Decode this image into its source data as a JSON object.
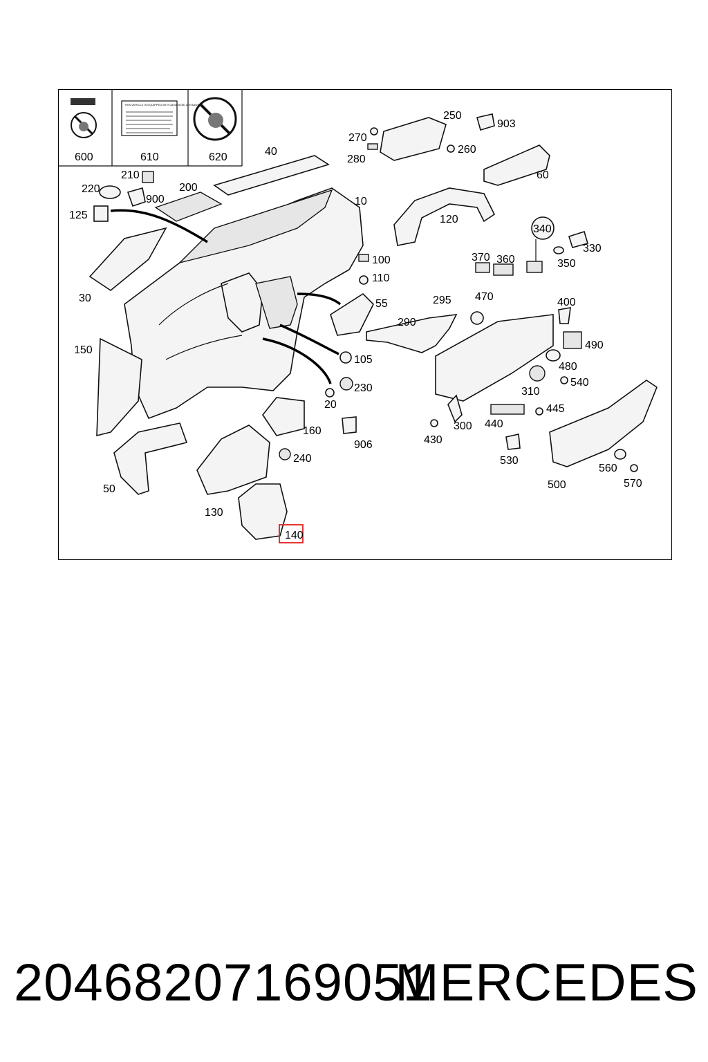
{
  "labels": {
    "l600": "600",
    "l610": "610",
    "l620": "620",
    "l250": "250",
    "l903": "903",
    "l270": "270",
    "l260": "260",
    "l280": "280",
    "l40": "40",
    "l60": "60",
    "l210": "210",
    "l220": "220",
    "l900": "900",
    "l200": "200",
    "l10": "10",
    "l125": "125",
    "l120": "120",
    "l340": "340",
    "l330": "330",
    "l370": "370",
    "l360": "360",
    "l350": "350",
    "l100": "100",
    "l110": "110",
    "l30": "30",
    "l55": "55",
    "l295": "295",
    "l470": "470",
    "l400": "400",
    "l290": "290",
    "l490": "490",
    "l150": "150",
    "l105": "105",
    "l480": "480",
    "l230": "230",
    "l540": "540",
    "l20": "20",
    "l310": "310",
    "l445": "445",
    "l160": "160",
    "l440": "440",
    "l300": "300",
    "l430": "430",
    "l906": "906",
    "l240": "240",
    "l530": "530",
    "l560": "560",
    "l50": "50",
    "l500": "500",
    "l570": "570",
    "l130": "130",
    "l140": "140"
  },
  "warning_label_text": "THIS VEHICLE IS EQUIPPED WITH ADVANCED AIR BAGS",
  "footer": {
    "part_number": "20468207169051",
    "brand": "MERCEDES"
  },
  "highlight_color": "#e0201c"
}
